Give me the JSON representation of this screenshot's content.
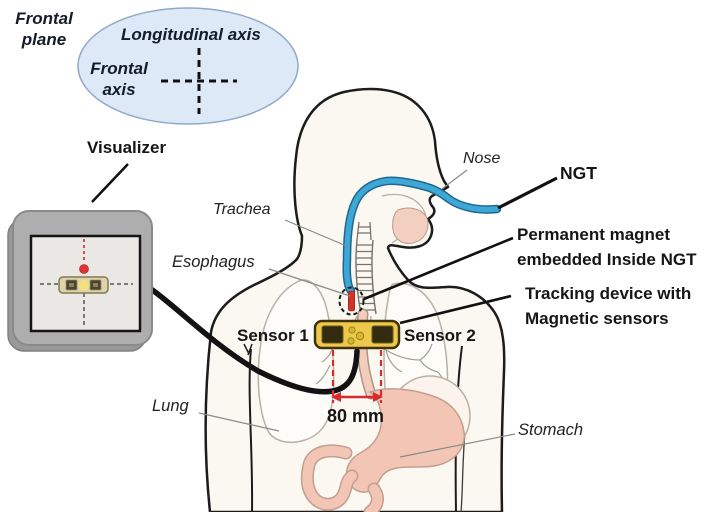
{
  "diagram": {
    "description": "Anatomical diagram of nasogastric tube magnetic tracking system",
    "legend": {
      "frontal_plane": "Frontal\nplane",
      "longitudinal_axis": "Longitudinal axis",
      "frontal_axis": "Frontal\naxis"
    },
    "labels": {
      "visualizer": "Visualizer",
      "nose": "Nose",
      "ngt": "NGT",
      "trachea": "Trachea",
      "esophagus": "Esophagus",
      "permanent_magnet": "Permanent magnet\nembedded Inside NGT",
      "tracking_device": "Tracking device with\nMagnetic sensors",
      "sensor1": "Sensor 1",
      "sensor2": "Sensor 2",
      "lung": "Lung",
      "stomach": "Stomach",
      "distance": "80 mm"
    },
    "colors": {
      "ngt_tube_blue": "#3da7d6",
      "ngt_tube_edge": "#20668e",
      "tracking_device_yellow": "#eec84a",
      "sensor_dark": "#332b10",
      "magnet_red": "#d63129",
      "measurement_red": "#d92b2b",
      "frontal_plane_fill": "#dde9f6",
      "frontal_plane_stroke": "#8fa9c7",
      "stomach_pink": "#f2c5b5",
      "visualizer_gray": "#aeaeae",
      "screen_gray": "#e9e8e4",
      "body_fill": "#fbf7f1"
    }
  }
}
